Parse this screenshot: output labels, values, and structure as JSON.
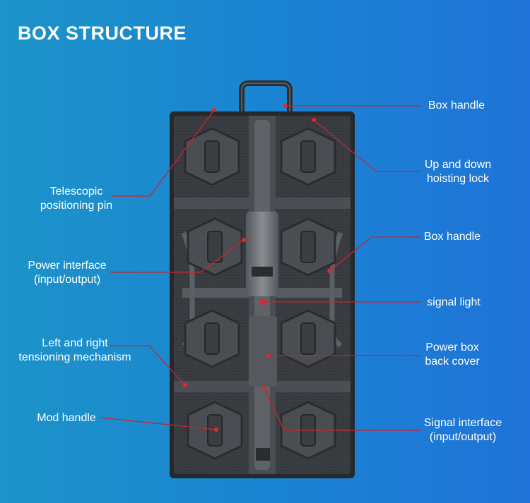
{
  "title": "BOX STRUCTURE",
  "colors": {
    "accent": "#d7262b",
    "leader_line": "#c9262d",
    "panel_dark": "#2d2f33",
    "panel_mid": "#44474c",
    "text": "#ffffff"
  },
  "callouts": {
    "box_handle_top": "Box handle",
    "up_down_lock": "Up and down\nhoisting lock",
    "telescopic_pin": "Telescopic\npositioning pin",
    "box_handle_side": "Box handle",
    "power_interface": "Power interface\n(input/output)",
    "signal_light": "signal light",
    "tensioning": "Left and right\ntensioning mechanism",
    "power_box_cover": "Power box\nback cover",
    "mod_handle": "Mod handle",
    "signal_interface": "Signal interface\n(input/output)"
  }
}
